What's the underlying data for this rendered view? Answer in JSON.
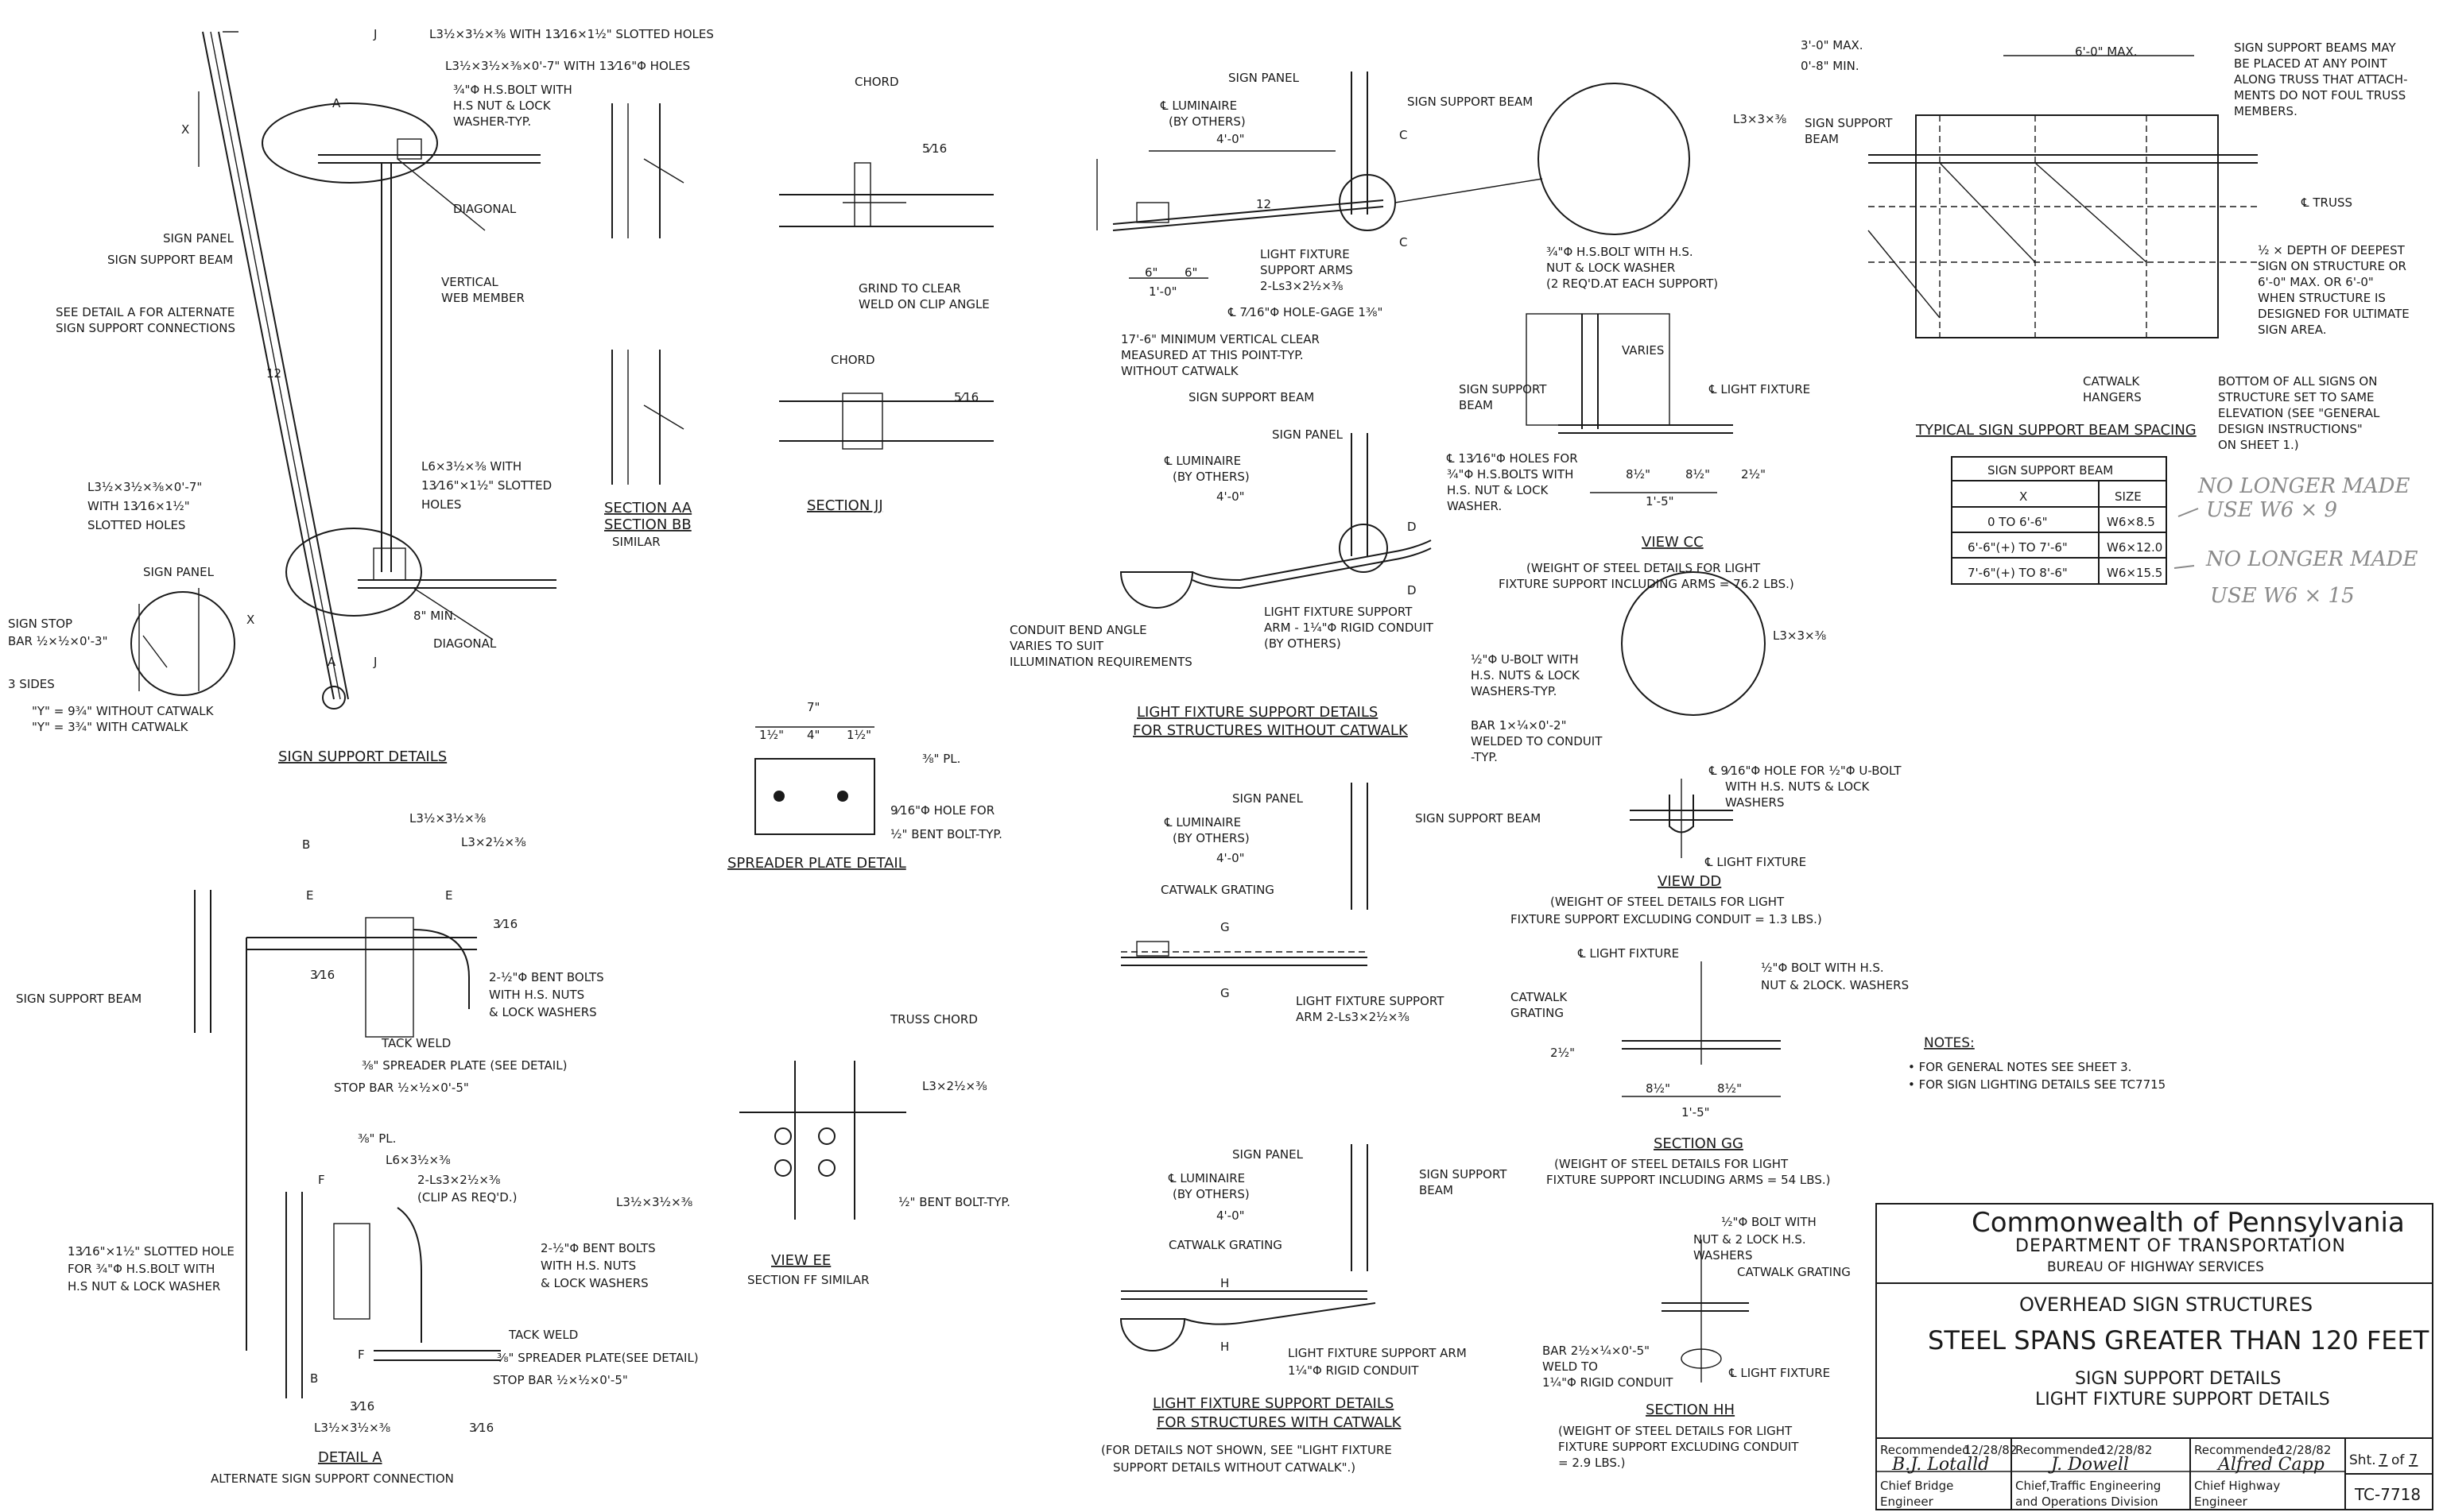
{
  "labels": {
    "l1": "L3½×3½×⅜ WITH 13⁄16×1½\" SLOTTED HOLES",
    "l2": "L3½×3½×⅜×0'-7\" WITH 13⁄16\"Φ HOLES",
    "l3": "¾\"Φ H.S.BOLT WITH",
    "l3b": "H.S NUT & LOCK",
    "l3c": "WASHER-TYP.",
    "diagonal": "DIAGONAL",
    "sign_panel": "SIGN PANEL",
    "sign_support_beam": "SIGN SUPPORT BEAM",
    "vertical": "VERTICAL",
    "web_member": "WEB MEMBER",
    "see_detail_a": "SEE DETAIL A FOR ALTERNATE",
    "see_detail_a2": "SIGN SUPPORT CONNECTIONS",
    "l3c_slot": "L3½×3½×⅜×0'-7\"",
    "l3c_slot2": "WITH 13⁄16×1½\"",
    "l3c_slot3": "SLOTTED HOLES",
    "l6": "L6×3½×⅜ WITH",
    "l6b": "13⁄16\"×1½\" SLOTTED",
    "l6c": "HOLES",
    "sign_stop": "SIGN STOP",
    "sign_stop2": "BAR ½×½×0'-3\"",
    "three_sides": "3 SIDES",
    "y1": "\"Y\" = 9¾\" WITHOUT CATWALK",
    "y2": "\"Y\" = 3¾\" WITH CATWALK",
    "min8": "8\" MIN.",
    "chord": "CHORD",
    "grind": "GRIND TO CLEAR",
    "grind2": "WELD ON CLIP ANGLE",
    "luminaire": "℄ LUMINAIRE",
    "by_others": "(BY OTHERS)",
    "four_ft": "4'-0\"",
    "light_fixture_arms": "LIGHT FIXTURE",
    "light_fixture_arms2": "SUPPORT ARMS",
    "light_fixture_arms3": "2-Ls3×2½×⅜",
    "hole_gage": "℄ 7⁄16\"Φ HOLE-GAGE 1⅜\"",
    "vert_clear": "17'-6\" MINIMUM VERTICAL CLEAR",
    "vert_clear2": "MEASURED AT THIS POINT-TYP.",
    "vert_clear3": "WITHOUT CATWALK",
    "l3x3": "L3×3×⅜",
    "hs_bolt_cc": "¾\"Φ H.S.BOLT WITH H.S.",
    "hs_bolt_cc2": "NUT & LOCK WASHER",
    "hs_bolt_cc3": "(2 REQ'D.AT EACH SUPPORT)",
    "varies": "VARIES",
    "light_fixture": "℄ LIGHT FIXTURE",
    "holes_cc": "℄ 13⁄16\"Φ HOLES FOR",
    "holes_cc2": "¾\"Φ H.S.BOLTS WITH",
    "holes_cc3": "H.S. NUT & LOCK",
    "holes_cc4": "WASHER.",
    "dim_8h": "8½\"",
    "dim_15": "1'-5\"",
    "dim_2h": "2½\"",
    "view_cc_w": "(WEIGHT OF STEEL DETAILS FOR LIGHT",
    "view_cc_w2": "FIXTURE SUPPORT INCLUDING ARMS = 76.2 LBS.)",
    "conduit_bend": "CONDUIT BEND ANGLE",
    "conduit_bend2": "VARIES TO SUIT",
    "conduit_bend3": "ILLUMINATION REQUIREMENTS",
    "lfs_arm": "LIGHT FIXTURE SUPPORT",
    "lfs_arm2": "ARM - 1¼\"Φ RIGID CONDUIT",
    "lfs_arm3": "(BY OTHERS)",
    "ubolt": "½\"Φ U-BOLT WITH",
    "ubolt2": "H.S. NUTS & LOCK",
    "ubolt3": "WASHERS-TYP.",
    "bar1": "BAR 1×¼×0'-2\"",
    "bar1b": "WELDED TO CONDUIT",
    "bar1c": "-TYP.",
    "dd_hole": "℄ 9⁄16\"Φ HOLE FOR ½\"Φ U-BOLT",
    "dd_hole2": "WITH H.S. NUTS & LOCK",
    "dd_hole3": "WASHERS",
    "view_dd_w": "(WEIGHT OF STEEL DETAILS FOR LIGHT",
    "view_dd_w2": "FIXTURE SUPPORT EXCLUDING CONDUIT = 1.3 LBS.)",
    "catwalk_grating": "CATWALK GRATING",
    "catwalk_grating2": "CATWALK",
    "catwalk_grating3": "GRATING",
    "lfs_arm_g": "LIGHT FIXTURE SUPPORT",
    "lfs_arm_g2": "ARM 2-Ls3×2½×⅜",
    "gg_bolt": "½\"Φ BOLT WITH H.S.",
    "gg_bolt2": "NUT & 2LOCK. WASHERS",
    "gg_w": "(WEIGHT OF STEEL DETAILS FOR LIGHT",
    "gg_w2": "FIXTURE SUPPORT INCLUDING ARMS = 54 LBS.)",
    "lfs_arm_h": "LIGHT FIXTURE SUPPORT ARM",
    "lfs_arm_h2": "1¼\"Φ RIGID CONDUIT",
    "hh_bolt": "½\"Φ BOLT WITH",
    "hh_bolt2": "NUT & 2 LOCK H.S.",
    "hh_bolt3": "WASHERS",
    "hh_bar": "BAR 2½×¼×0'-5\"",
    "hh_bar2": "WELD TO",
    "hh_bar3": "1¼\"Φ RIGID CONDUIT",
    "hh_w": "(WEIGHT OF STEEL DETAILS FOR LIGHT",
    "hh_w2": "FIXTURE SUPPORT EXCLUDING CONDUIT",
    "hh_w3": "= 2.9 LBS.)",
    "for_details": "(FOR DETAILS NOT SHOWN, SEE \"LIGHT FIXTURE",
    "for_details2": "SUPPORT DETAILS WITHOUT CATWALK\".)",
    "max3": "3'-0\" MAX.",
    "min08": "0'-8\" MIN.",
    "max6": "6'-0\" MAX.",
    "beams_may": "SIGN SUPPORT BEAMS MAY",
    "beams_may2": "BE PLACED AT ANY POINT",
    "beams_may3": "ALONG TRUSS THAT ATTACH-",
    "beams_may4": "MENTS DO NOT FOUL TRUSS",
    "beams_may5": "MEMBERS.",
    "truss": "℄ TRUSS",
    "half_depth": "½ × DEPTH OF DEEPEST",
    "half_depth2": "SIGN ON STRUCTURE OR",
    "half_depth3": "6'-0\" MAX. OR 6'-0\"",
    "half_depth4": "WHEN STRUCTURE IS",
    "half_depth5": "DESIGNED FOR ULTIMATE",
    "half_depth6": "SIGN AREA.",
    "catwalk_hangers": "CATWALK",
    "catwalk_hangers2": "HANGERS",
    "bottom_signs": "BOTTOM OF ALL SIGNS ON",
    "bottom_signs2": "STRUCTURE SET TO SAME",
    "bottom_signs3": "ELEVATION (SEE \"GENERAL",
    "bottom_signs4": "DESIGN INSTRUCTIONS\"",
    "bottom_signs5": "ON SHEET 1.)",
    "pl38": "⅜\" PL.",
    "hole916": "9⁄16\"Φ HOLE FOR",
    "hole916b": "½\" BENT BOLT-TYP.",
    "dim7": "7\"",
    "dim4": "4\"",
    "dim1h": "1½\"",
    "l32": "L3½×3½×⅜",
    "l3x2": "L3×2½×⅜",
    "bent_bolts": "2-½\"Φ BENT BOLTS",
    "bent_bolts2": "WITH H.S. NUTS",
    "bent_bolts3": "& LOCK WASHERS",
    "tack_weld": "TACK WELD",
    "spreader": "⅜\" SPREADER PLATE (SEE DETAIL)",
    "stop_bar": "STOP BAR ½×½×0'-5\"",
    "truss_chord": "TRUSS CHORD",
    "bent_bolt_typ": "½\" BENT BOLT-TYP.",
    "l6a": "L6×3½×⅜",
    "clip": "2-Ls3×2½×⅜",
    "clip2": "(CLIP AS REQ'D.)",
    "slotted_a": "13⁄16\"×1½\" SLOTTED HOLE",
    "slotted_a2": "FOR ¾\"Φ H.S.BOLT WITH",
    "slotted_a3": "H.S NUT & LOCK WASHER",
    "bent_bolts_a": "2-½\"Φ BENT BOLTS",
    "bent_bolts_a2": "WITH H.S. NUTS",
    "bent_bolts_a3": "& LOCK WASHERS",
    "spreader_a": "⅜\" SPREADER PLATE(SEE DETAIL)",
    "stop_bar_a": "STOP BAR ½×½×0'-5\"",
    "weld316": "3⁄16",
    "weld516": "5⁄16",
    "dim12": "12",
    "dim6": "6\"",
    "dim10": "1'-0\"",
    "x": "X"
  },
  "titles": {
    "sign_support": "SIGN SUPPORT DETAILS",
    "section_aa": "SECTION AA",
    "section_bb": "SECTION BB",
    "similar": "SIMILAR",
    "section_jj": "SECTION JJ",
    "spreader_plate": "SPREADER PLATE DETAIL",
    "view_ee": "VIEW EE",
    "section_ff": "SECTION FF SIMILAR",
    "detail_a": "DETAIL A",
    "alt_conn": "ALTERNATE SIGN SUPPORT CONNECTION",
    "lfs_without": "LIGHT FIXTURE SUPPORT DETAILS",
    "lfs_without2": "FOR STRUCTURES WITHOUT CATWALK",
    "view_cc": "VIEW CC",
    "view_dd": "VIEW DD",
    "section_gg": "SECTION GG",
    "section_hh": "SECTION HH",
    "lfs_with": "LIGHT FIXTURE SUPPORT DETAILS",
    "lfs_with2": "FOR STRUCTURES WITH CATWALK",
    "beam_spacing": "TYPICAL SIGN SUPPORT BEAM SPACING"
  },
  "table": {
    "header": "SIGN SUPPORT BEAM",
    "col_x": "X",
    "col_size": "SIZE",
    "rows": [
      {
        "x": "0 TO 6'-6\"",
        "size": "W6×8.5"
      },
      {
        "x": "6'-6\"(+) TO 7'-6\"",
        "size": "W6×12.0"
      },
      {
        "x": "7'-6\"(+) TO 8'-6\"",
        "size": "W6×15.5"
      }
    ],
    "note1": "NO LONGER MADE",
    "note1b": "USE W6 × 9",
    "note2": "NO LONGER MADE",
    "note2b": "USE W6 × 15"
  },
  "notes": {
    "heading": "NOTES:",
    "n1": "• FOR GENERAL NOTES SEE SHEET 3.",
    "n2": "• FOR SIGN LIGHTING DETAILS SEE TC7715"
  },
  "title_block": {
    "org": "Commonwealth of Pennsylvania",
    "dept": "DEPARTMENT OF TRANSPORTATION",
    "bureau": "BUREAU OF HIGHWAY SERVICES",
    "t1": "OVERHEAD SIGN STRUCTURES",
    "t2": "STEEL SPANS GREATER THAN 120 FEET",
    "t3": "SIGN SUPPORT DETAILS",
    "t4": "LIGHT FIXTURE SUPPORT DETAILS",
    "rec": "Recommended",
    "rec1_date": "12/28/82",
    "rec2_date": "12/28/82",
    "rec3_date": "12/28/82",
    "sig1": "B.J. Lotalld",
    "sig2": "J. Dowell",
    "sig3": "Alfred Capp",
    "role1": "Chief Bridge",
    "role1b": "Engineer",
    "role2": "Chief,Traffic Engineering",
    "role2b": "and Operations Division",
    "role3": "Chief Highway",
    "role3b": "Engineer",
    "sht": "Sht.",
    "sht_no": "7",
    "of": "of",
    "sht_total": "7",
    "drawing_no": "TC-7718"
  },
  "markers": {
    "a": "A",
    "b": "B",
    "c": "C",
    "d": "D",
    "e": "E",
    "f": "F",
    "g": "G",
    "h": "H",
    "j": "J"
  }
}
